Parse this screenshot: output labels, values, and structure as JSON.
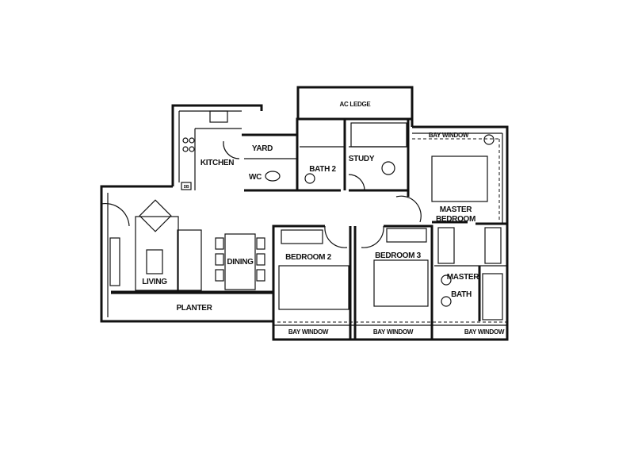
{
  "rooms": {
    "ac_ledge": "AC LEDGE",
    "bay_window_master": "BAY WINDOW",
    "kitchen": "KITCHEN",
    "yard": "YARD",
    "wc": "WC",
    "bath2": "BATH 2",
    "study": "STUDY",
    "master_bedroom_1": "MASTER",
    "master_bedroom_2": "BEDROOM",
    "living": "LIVING",
    "dining": "DINING",
    "bedroom2": "BEDROOM 2",
    "bedroom3": "BEDROOM 3",
    "master_bath_1": "MASTER",
    "master_bath_2": "BATH",
    "planter": "PLANTER",
    "bay_window_bed2": "BAY WINDOW",
    "bay_window_bed3": "BAY WINDOW",
    "bay_window_mbath": "BAY WINDOW",
    "db": "DB"
  }
}
